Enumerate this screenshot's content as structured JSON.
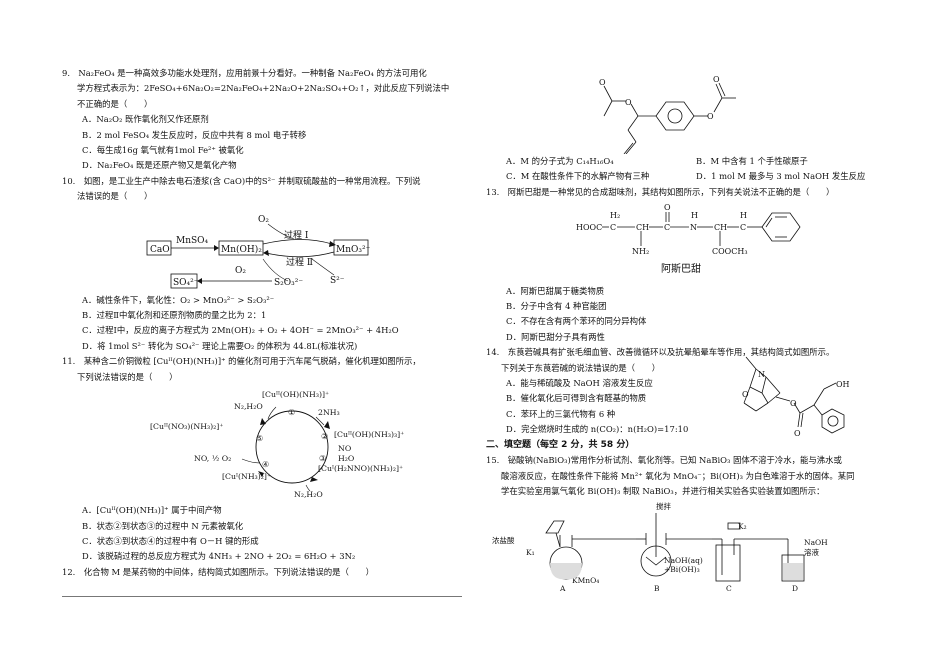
{
  "left": {
    "q9": {
      "lines": [
        "9.　Na₂FeO₄ 是一种高效多功能水处理剂，应用前景十分看好。一种制备 Na₂FeO₄ 的方法可用化",
        "学方程式表示为：2FeSO₄+6Na₂O₂=2Na₂FeO₄+2Na₂O+2Na₂SO₄+O₂↑，对此反应下列说法中",
        "不正确的是（　　）"
      ],
      "options": [
        "A．Na₂O₂ 既作氧化剂又作还原剂",
        "B．2 mol FeSO₄ 发生反应时，反应中共有 8 mol 电子转移",
        "C．每生成16g 氧气就有1mol Fe²⁺ 被氧化",
        "D．Na₂FeO₄ 既是还原产物又是氧化产物"
      ]
    },
    "q10": {
      "lines": [
        "10.　如图，是工业生产中除去电石渣浆(含 CaO)中的S²⁻ 并制取硫酸盐的一种常用流程。下列说",
        "法错误的是（　　）"
      ],
      "diagram": {
        "cao": "CaO",
        "mnso4": "MnSO₄",
        "mnoh2": "Mn(OH)₂",
        "mno3": "MnO₃²⁻",
        "so4": "SO₄²⁻",
        "s2o3": "S₂O₃²⁻",
        "o2_top": "O₂",
        "o2_bottom": "O₂",
        "s2": "S²⁻",
        "process1": "过程 Ⅰ",
        "process2": "过程 Ⅱ"
      },
      "options": [
        "A．碱性条件下，氧化性：O₂ > MnO₃²⁻ > S₂O₃²⁻",
        "B．过程Ⅱ中氧化剂和还原剂物质的量之比为 2：1",
        "C．过程Ⅰ中，反应的离子方程式为 2Mn(OH)₂ + O₂ + 4OH⁻ = 2MnO₃²⁻ + 4H₂O",
        "D．将 1mol  S²⁻ 转化为 SO₄²⁻ 理论上需要O₂ 的体积为 44.8L(标准状况)"
      ]
    },
    "q11": {
      "lines": [
        "11.　某种含二价铜微粒 [Cuᴵᴵ(OH)(NH₃)]⁺ 的催化剂可用于汽车尾气脱硝，催化机理如图所示，",
        "下列说法错误的是（　　）"
      ],
      "cycle": {
        "s1": "[Cuᴵᴵ(OH)(NH₃)]⁺",
        "s2": "[Cuᴵᴵ(OH)(NH₃)₃]⁺",
        "s3": "[Cuᴵ(H₂NNO)(NH₃)₂]⁺",
        "s4": "[Cuᴵ(NH₃)₂]⁺",
        "s5": "[Cuᴵᴵ(NO₃)(NH₃)₂]⁺",
        "n1": "①",
        "n2": "②",
        "n3": "③",
        "n4": "④",
        "n5": "⑤",
        "in_nh3": "2NH₃",
        "in_no": "NO",
        "out_h2o": "H₂O",
        "out_n2h2o_bottom": "N₂,H₂O",
        "in_no_o2": "NO, ½ O₂",
        "out_n2h2o_top": "N₂,H₂O"
      },
      "options": [
        "A．[Cuᴵᴵ(OH)(NH₃)]⁺ 属于中间产物",
        "B．状态②到状态③的过程中 N 元素被氧化",
        "C．状态③到状态④的过程中有 O－H 键的形成",
        "D．该脱硝过程的总反应方程式为 4NH₃ + 2NO + 2O₂ = 6H₂O + 3N₂"
      ]
    },
    "q12": {
      "lines": [
        "12.　化合物 M 是某药物的中间体，结构简式如图所示。下列说法错误的是（　　）"
      ]
    }
  },
  "right": {
    "q12_options": [
      "A．M 的分子式为 C₁₄H₁₆O₄",
      "B．M 中含有 1 个手性碳原子",
      "C．M 在酸性条件下的水解产物有三种",
      "D．1 mol M 最多与 3 mol NaOH 发生反应"
    ],
    "q13": {
      "lines": [
        "13.　阿斯巴甜是一种常见的合成甜味剂，其结构如图所示，下列有关说法不正确的是（　　）"
      ],
      "struct": {
        "hooc": "HOOC",
        "ch2a": "CH₂",
        "ch": "CH",
        "c_carbonyl": "C",
        "nh": "N",
        "ch_b": "CH",
        "ch2b": "CH₂",
        "nh2": "NH₂",
        "cooch3": "COOCH₃",
        "o": "O",
        "h": "H",
        "label_h": "H",
        "h2": "H₂"
      },
      "caption": "阿斯巴甜",
      "options": [
        "A．阿斯巴甜属于糖类物质",
        "B．分子中含有 4 种官能团",
        "C．不存在含有两个苯环的同分异构体",
        "D．阿斯巴甜分子具有两性"
      ]
    },
    "q14": {
      "lines": [
        "14.　东莨菪碱具有扩张毛细血管、改善微循环以及抗晕船晕车等作用，其结构简式如图所示。",
        "下列关于东莨菪碱的说法错误的是（　　）"
      ],
      "oh": "OH",
      "options": [
        "A．能与稀硫酸及 NaOH 溶液发生反应",
        "B．催化氧化后可得到含有醛基的物质",
        "C．苯环上的三氯代物有 6 种",
        "D．完全燃烧时生成的 n(CO₂)：n(H₂O)=17:10"
      ]
    },
    "section2": "二、填空题（每空 2 分，共 58 分）",
    "q15": {
      "lines": [
        "15.　铋酸钠(NaBiO₃)常用作分析试剂、氧化剂等。已知 NaBiO₃ 固体不溶于冷水，能与沸水或",
        "酸溶液反应，在酸性条件下能将 Mn²⁺ 氧化为 MnO₄⁻；Bi(OH)₃ 为白色难溶于水的固体。某同",
        "学在实验室用氯气氧化 Bi(OH)₃ 制取 NaBiO₃，并进行相关实验各实验装置如图所示："
      ],
      "apparatus": {
        "stir": "搅拌",
        "conc_hcl": "浓盐酸",
        "k1": "K₁",
        "k2": "K₂",
        "kmno4": "KMnO₄",
        "naoh_bi": "NaOH(aq)",
        "bi_oh3": "+Bi(OH)₃",
        "naoh": "NaOH",
        "solution": "溶液",
        "A": "A",
        "B": "B",
        "C": "C",
        "D": "D"
      }
    }
  }
}
